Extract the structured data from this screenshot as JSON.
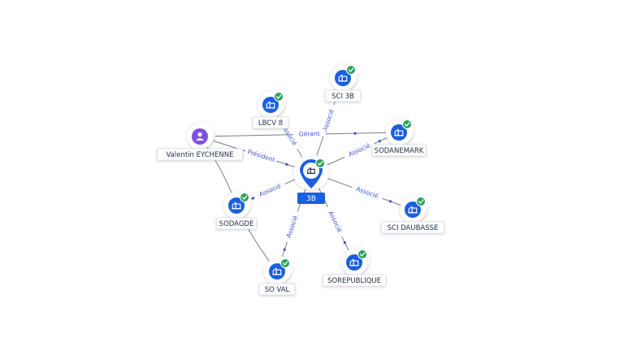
{
  "graph": {
    "center": {
      "id": "center",
      "label": "3B",
      "icon": "building-icon",
      "verified": true
    },
    "nodes": [
      {
        "id": "lbcv8",
        "label": "LBCV 8",
        "kind": "company",
        "icon": "building-icon",
        "verified": true
      },
      {
        "id": "sci3b",
        "label": "SCI 3B",
        "kind": "company",
        "icon": "building-icon",
        "verified": true
      },
      {
        "id": "sodanemark",
        "label": "SODANEMARK",
        "kind": "company",
        "icon": "building-icon",
        "verified": true
      },
      {
        "id": "scidaubasse",
        "label": "SCI DAUBASSE",
        "kind": "company",
        "icon": "building-icon",
        "verified": true
      },
      {
        "id": "sorepublique",
        "label": "SOREPUBLIQUE",
        "kind": "company",
        "icon": "building-icon",
        "verified": true
      },
      {
        "id": "soval",
        "label": "SO VAL",
        "kind": "company",
        "icon": "building-icon",
        "verified": true
      },
      {
        "id": "sodagde",
        "label": "SODAGDE",
        "kind": "company",
        "icon": "building-icon",
        "verified": true
      },
      {
        "id": "valentin",
        "label": "Valentin EYCHENNE",
        "kind": "person",
        "icon": "person-icon",
        "verified": false
      }
    ],
    "edges": [
      {
        "from": "center",
        "to": "lbcv8",
        "label": "Associé"
      },
      {
        "from": "center",
        "to": "sci3b",
        "label": "Associé"
      },
      {
        "from": "center",
        "to": "sodanemark",
        "label": "Associé"
      },
      {
        "from": "center",
        "to": "scidaubasse",
        "label": "Associé"
      },
      {
        "from": "center",
        "to": "sorepublique",
        "label": "Associé"
      },
      {
        "from": "center",
        "to": "soval",
        "label": "Associé"
      },
      {
        "from": "center",
        "to": "sodagde",
        "label": "Associé"
      },
      {
        "from": "valentin",
        "to": "center",
        "label": "Président"
      },
      {
        "from": "valentin",
        "to": "sodanemark",
        "label": "Gérant"
      },
      {
        "from": "valentin",
        "to": "sodagde",
        "label": ""
      },
      {
        "from": "sodagde",
        "to": "soval",
        "label": ""
      }
    ]
  },
  "colors": {
    "node_blue": "#1a5fe0",
    "check_green": "#2ea05a",
    "person_purple": "#7b52e0",
    "edge_label_blue": "#3f52d8"
  }
}
